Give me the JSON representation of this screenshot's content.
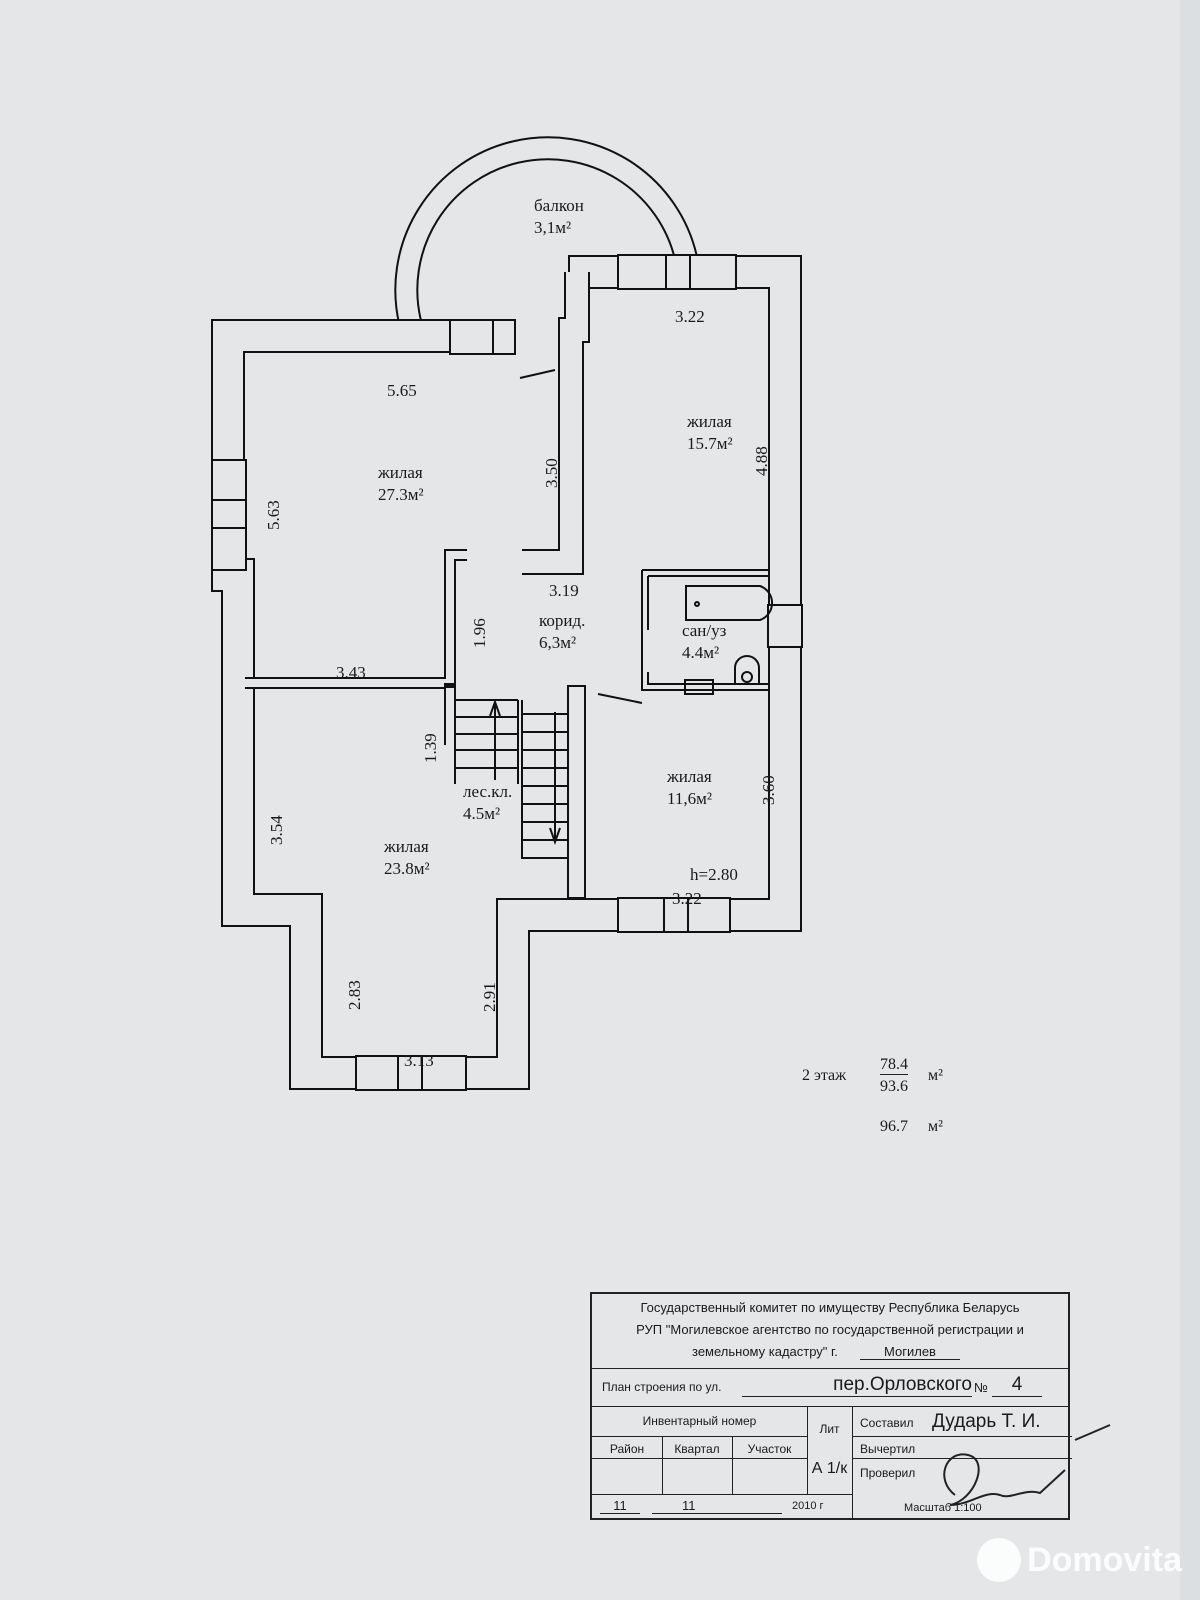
{
  "rooms": [
    {
      "name": "балкон",
      "area": "3,1м²"
    },
    {
      "name": "жилая",
      "area": "27.3м²"
    },
    {
      "name": "жилая",
      "area": "15.7м²"
    },
    {
      "name": "корид.",
      "area": "6,3м²"
    },
    {
      "name": "сан/уз",
      "area": "4.4м²"
    },
    {
      "name": "жилая",
      "area": "11,6м²"
    },
    {
      "name": "лес.кл.",
      "area": "4.5м²"
    },
    {
      "name": "жилая",
      "area": "23.8м²"
    }
  ],
  "dimensions": [
    "3.22",
    "5.65",
    "3.50",
    "4.88",
    "5.63",
    "3.19",
    "1.96",
    "3.43",
    "1.39",
    "3.54",
    "3.60",
    "3.22",
    "2.83",
    "2.91",
    "3.13"
  ],
  "ceiling_height": "h=2.80",
  "summary": {
    "floor": "2 этаж",
    "area_1": "78.4",
    "area_2": "93.6",
    "area_3": "96.7",
    "unit": "м²"
  },
  "title_block": {
    "org_line1": "Государственный комитет по имуществу Республика Беларусь",
    "org_line2": "РУП \"Могилевское агентство по государственной регистрации и",
    "org_line3": "земельному кадастру\" г.",
    "city": "Могилев",
    "plan_label": "План строения по ул.",
    "street": "пер.Орловского",
    "number_label": "№",
    "number": "4",
    "inventory_label": "Инвентарный номер",
    "district_label": "Район",
    "quarter_label": "Квартал",
    "plot_label": "Участок",
    "lit_label": "Лит",
    "lit_value": "А 1/к",
    "composed_label": "Составил",
    "composed_by": "Дударь Т. И.",
    "drawn_label": "Вычертил",
    "checked_label": "Проверил",
    "date_day": "11",
    "date_month": "11",
    "date_year": "2010 г",
    "scale": "Масштаб 1:100"
  },
  "watermark": "Domovita"
}
